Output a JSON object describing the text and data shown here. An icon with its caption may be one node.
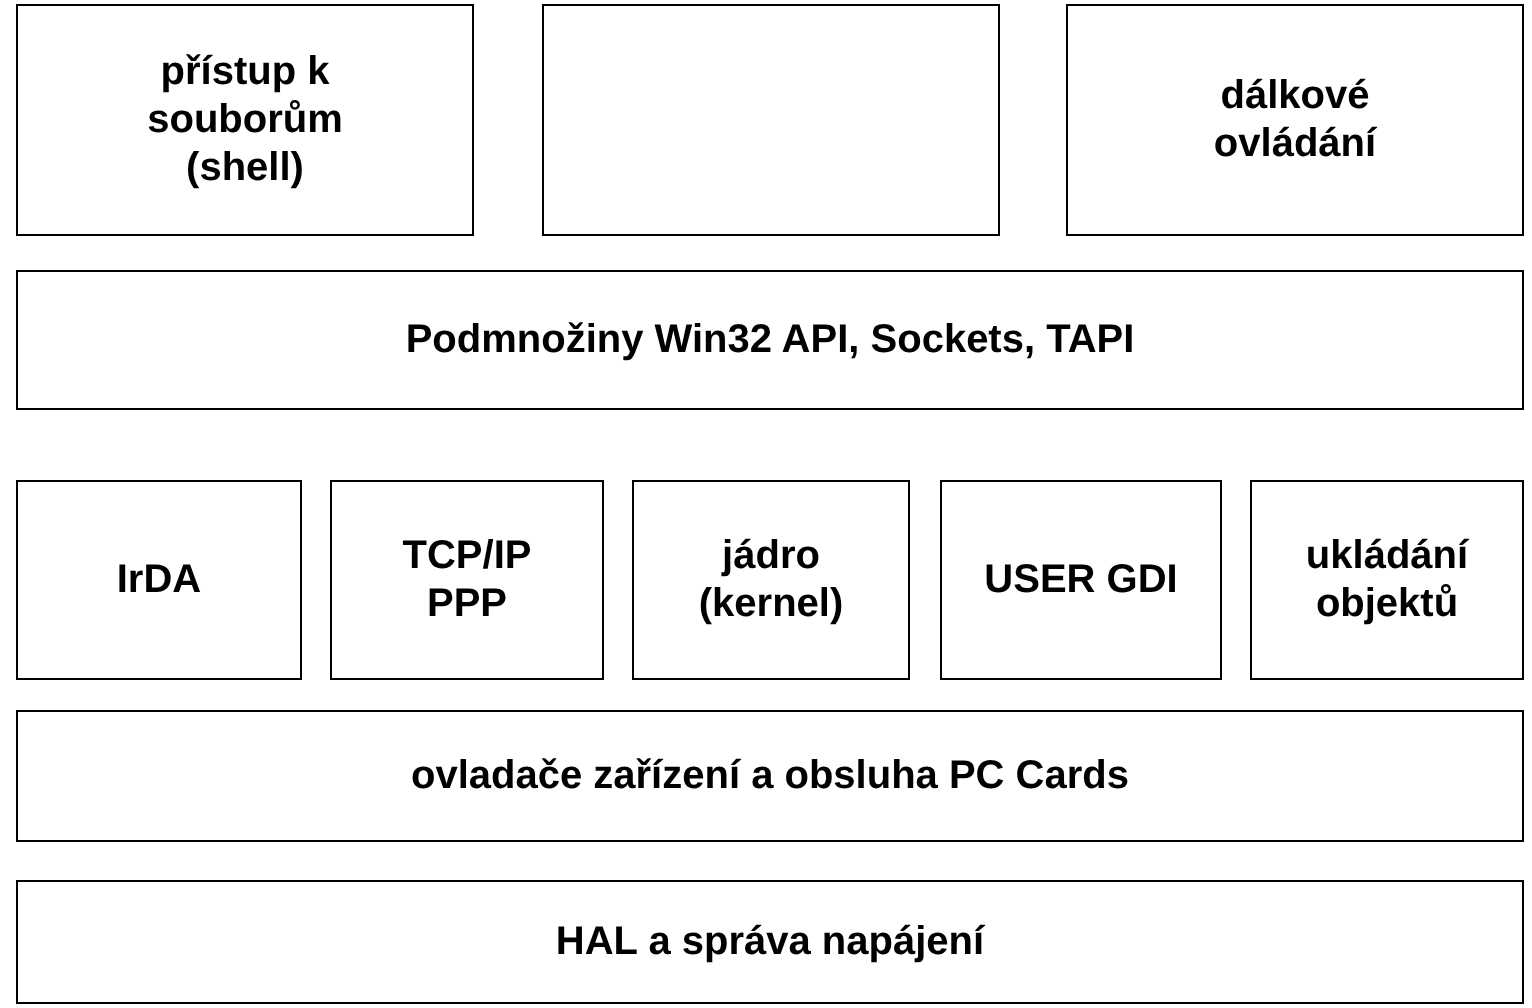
{
  "diagram": {
    "nodes": [
      {
        "text": [
          "přístup k souborům (shell)"
        ]
      },
      {
        "text": [],
        "shape": "box"
      },
      {
        "text": [
          "dálkové ovládání"
        ]
      },
      {
        "text": [
          "Podmnožiny Win32 API, Sockets, TAPI"
        ]
      },
      {
        "text": [
          "IrDA"
        ]
      },
      {
        "text": [
          "TCP/IP PPP"
        ]
      },
      {
        "text": [
          "jádro (kernel)"
        ]
      },
      {
        "text": [
          "USER GDI"
        ]
      },
      {
        "text": [
          "ukládání objektů"
        ]
      },
      {
        "text": [
          "ovladače zařízení a obsluha PC Cards"
        ]
      },
      {
        "text": [
          "HAL a správa napájení"
        ]
      }
    ],
    "edges": []
  }
}
